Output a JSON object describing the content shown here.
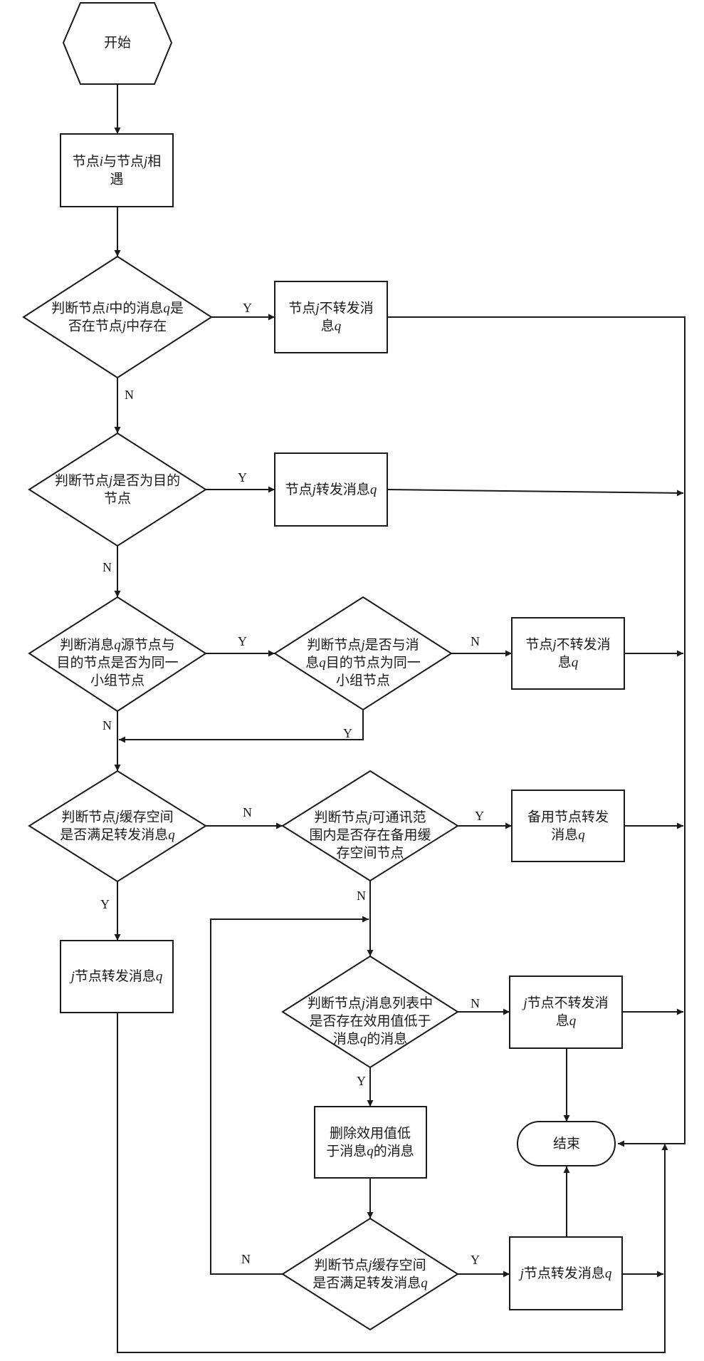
{
  "nodes": {
    "start": {
      "lines": [
        [
          {
            "t": "开始"
          }
        ]
      ]
    },
    "meet": {
      "lines": [
        [
          {
            "t": "节点"
          },
          {
            "t": "i",
            "i": true
          },
          {
            "t": "与节点"
          },
          {
            "t": "j",
            "i": true
          },
          {
            "t": "相"
          }
        ],
        [
          {
            "t": "遇"
          }
        ]
      ]
    },
    "d1": {
      "lines": [
        [
          {
            "t": "判断节点"
          },
          {
            "t": "i",
            "i": true
          },
          {
            "t": "中的消息"
          },
          {
            "t": "q",
            "i": true
          },
          {
            "t": "是"
          }
        ],
        [
          {
            "t": "否在节点"
          },
          {
            "t": "j",
            "i": true
          },
          {
            "t": "中存在"
          }
        ]
      ]
    },
    "r1": {
      "lines": [
        [
          {
            "t": "节点"
          },
          {
            "t": "j",
            "i": true
          },
          {
            "t": "不转发消"
          }
        ],
        [
          {
            "t": "息"
          },
          {
            "t": "q",
            "i": true
          }
        ]
      ]
    },
    "d2": {
      "lines": [
        [
          {
            "t": "判断节点"
          },
          {
            "t": "j",
            "i": true
          },
          {
            "t": "是否为目的"
          }
        ],
        [
          {
            "t": "节点"
          }
        ]
      ]
    },
    "r2": {
      "lines": [
        [
          {
            "t": "节点"
          },
          {
            "t": "j",
            "i": true
          },
          {
            "t": "转发消息"
          },
          {
            "t": "q",
            "i": true
          }
        ]
      ]
    },
    "d3": {
      "lines": [
        [
          {
            "t": "判断消息"
          },
          {
            "t": "q",
            "i": true
          },
          {
            "t": "源节点与"
          }
        ],
        [
          {
            "t": "目的节点是否为同一"
          }
        ],
        [
          {
            "t": "小组节点"
          }
        ]
      ]
    },
    "d4": {
      "lines": [
        [
          {
            "t": "判断节点"
          },
          {
            "t": "j",
            "i": true
          },
          {
            "t": "是否与消"
          }
        ],
        [
          {
            "t": "息"
          },
          {
            "t": "q",
            "i": true
          },
          {
            "t": "目的节点为同一"
          }
        ],
        [
          {
            "t": "小组节点"
          }
        ]
      ]
    },
    "r3": {
      "lines": [
        [
          {
            "t": "节点"
          },
          {
            "t": "j",
            "i": true
          },
          {
            "t": "不转发消"
          }
        ],
        [
          {
            "t": "息"
          },
          {
            "t": "q",
            "i": true
          }
        ]
      ]
    },
    "d5": {
      "lines": [
        [
          {
            "t": "判断节点"
          },
          {
            "t": "j",
            "i": true
          },
          {
            "t": "缓存空间"
          }
        ],
        [
          {
            "t": "是否满足转发消息"
          },
          {
            "t": "q",
            "i": true
          }
        ]
      ]
    },
    "d6": {
      "lines": [
        [
          {
            "t": "判断节点"
          },
          {
            "t": "j",
            "i": true
          },
          {
            "t": "可通讯范"
          }
        ],
        [
          {
            "t": "围内是否存在备用缓"
          }
        ],
        [
          {
            "t": "存空间节点"
          }
        ]
      ]
    },
    "r4": {
      "lines": [
        [
          {
            "t": "备用节点转发"
          }
        ],
        [
          {
            "t": "消息"
          },
          {
            "t": "q",
            "i": true
          }
        ]
      ]
    },
    "r5": {
      "lines": [
        [
          {
            "t": "j",
            "i": true
          },
          {
            "t": "节点转发消息"
          },
          {
            "t": "q",
            "i": true
          }
        ]
      ]
    },
    "d7": {
      "lines": [
        [
          {
            "t": "判断节点"
          },
          {
            "t": "j",
            "i": true
          },
          {
            "t": "消息列表中"
          }
        ],
        [
          {
            "t": "是否存在效用值低于"
          }
        ],
        [
          {
            "t": "消息"
          },
          {
            "t": "q",
            "i": true
          },
          {
            "t": "的消息"
          }
        ]
      ]
    },
    "r6": {
      "lines": [
        [
          {
            "t": "j",
            "i": true
          },
          {
            "t": "节点不转发消"
          }
        ],
        [
          {
            "t": "息"
          },
          {
            "t": "q",
            "i": true
          }
        ]
      ]
    },
    "end": {
      "lines": [
        [
          {
            "t": "结束"
          }
        ]
      ]
    },
    "r7": {
      "lines": [
        [
          {
            "t": "删除效用值低"
          }
        ],
        [
          {
            "t": "于消息"
          },
          {
            "t": "q",
            "i": true
          },
          {
            "t": "的消息"
          }
        ]
      ]
    },
    "d8": {
      "lines": [
        [
          {
            "t": "判断节点"
          },
          {
            "t": "j",
            "i": true
          },
          {
            "t": "缓存空间"
          }
        ],
        [
          {
            "t": "是否满足转发消息"
          },
          {
            "t": "q",
            "i": true
          }
        ]
      ]
    },
    "r8": {
      "lines": [
        [
          {
            "t": "j",
            "i": true
          },
          {
            "t": "节点转发消息"
          },
          {
            "t": "q",
            "i": true
          }
        ]
      ]
    }
  },
  "edge_labels": {
    "d1_yes": "Y",
    "d1_no": "N",
    "d2_yes": "Y",
    "d2_no": "N",
    "d3_yes": "Y",
    "d3_no": "N",
    "d4_no": "N",
    "d4_yes": "Y",
    "d5_no": "N",
    "d5_yes": "Y",
    "d6_yes": "Y",
    "d6_no": "N",
    "d7_no": "N",
    "d7_yes": "Y",
    "d8_no": "N",
    "d8_yes": "Y"
  }
}
